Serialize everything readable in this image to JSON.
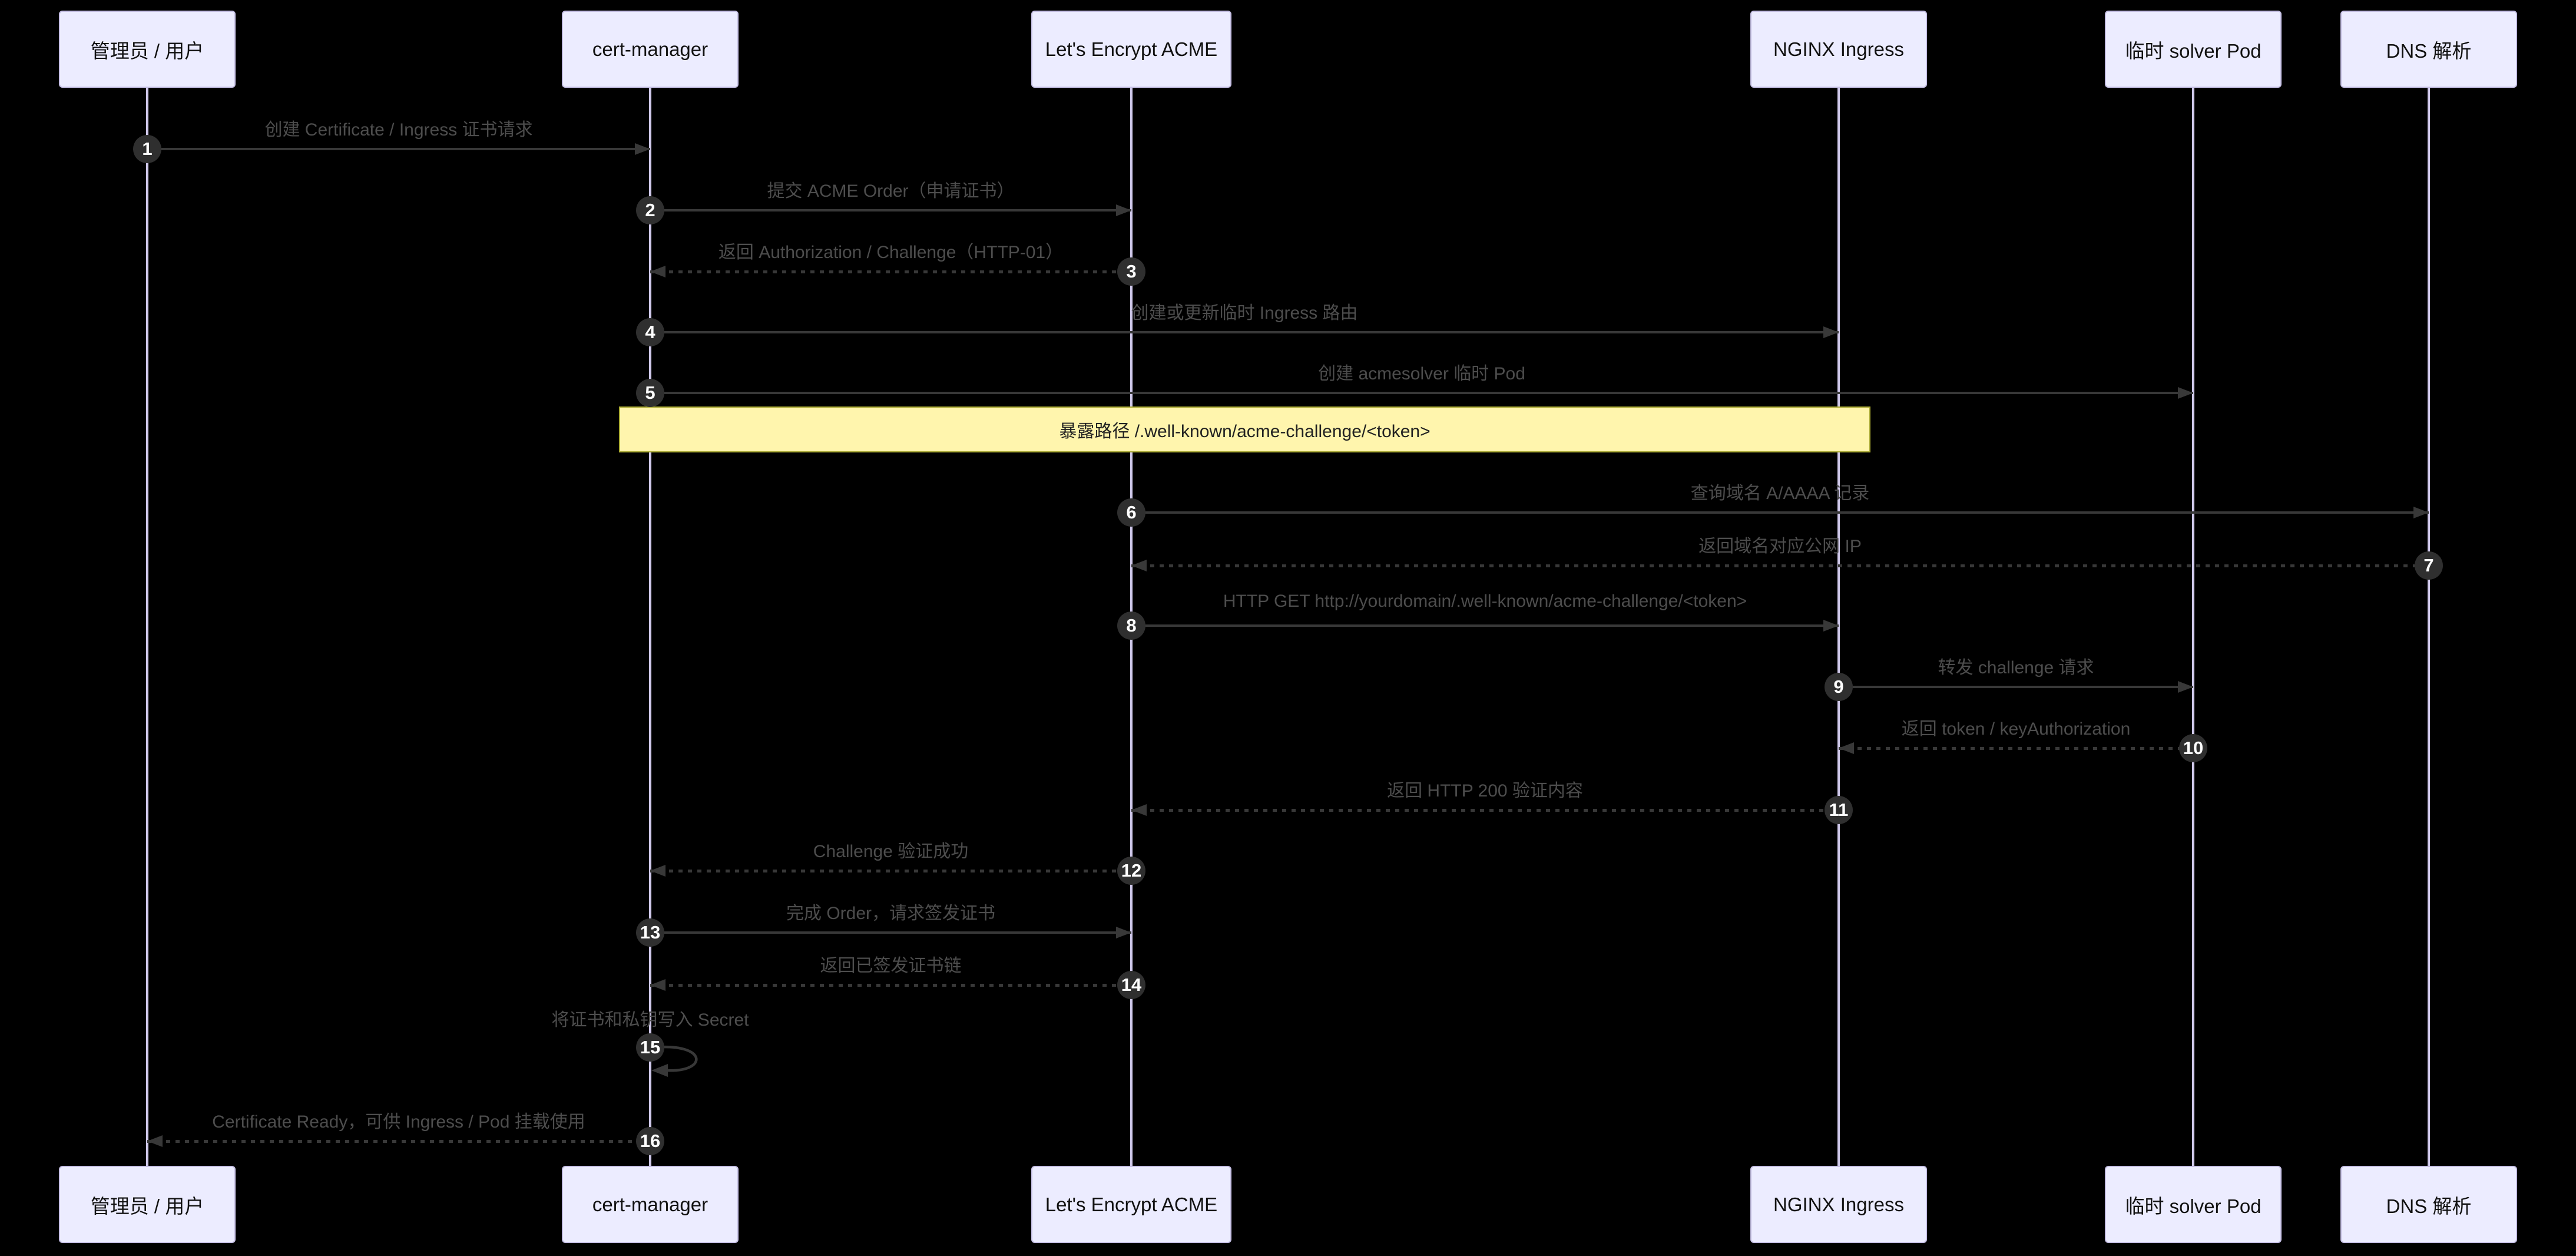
{
  "diagram": {
    "participants": [
      {
        "id": "admin-user",
        "label": "管理员 / 用户"
      },
      {
        "id": "cert-manager",
        "label": "cert-manager"
      },
      {
        "id": "lets-encrypt-acme",
        "label": "Let's Encrypt ACME"
      },
      {
        "id": "nginx-ingress",
        "label": "NGINX Ingress"
      },
      {
        "id": "solver-pod",
        "label": "临时 solver Pod"
      },
      {
        "id": "dns-resolver",
        "label": "DNS 解析"
      }
    ],
    "messages": [
      {
        "num": 1,
        "from": 0,
        "to": 1,
        "style": "solid",
        "label": "创建 Certificate / Ingress 证书请求"
      },
      {
        "num": 2,
        "from": 1,
        "to": 2,
        "style": "solid",
        "label": "提交 ACME Order（申请证书）"
      },
      {
        "num": 3,
        "from": 2,
        "to": 1,
        "style": "dashed",
        "label": "返回 Authorization / Challenge（HTTP-01）"
      },
      {
        "num": 4,
        "from": 1,
        "to": 3,
        "style": "solid",
        "label": "创建或更新临时 Ingress 路由"
      },
      {
        "num": 5,
        "from": 1,
        "to": 4,
        "style": "solid",
        "label": "创建 acmesolver 临时 Pod"
      },
      {
        "type": "note",
        "from": 1,
        "to": 3,
        "label": "暴露路径 /.well-known/acme-challenge/<token>"
      },
      {
        "num": 6,
        "from": 2,
        "to": 5,
        "style": "solid",
        "label": "查询域名 A/AAAA 记录"
      },
      {
        "num": 7,
        "from": 5,
        "to": 2,
        "style": "dashed",
        "label": "返回域名对应公网 IP"
      },
      {
        "num": 8,
        "from": 2,
        "to": 3,
        "style": "solid",
        "label": "HTTP GET http://yourdomain/.well-known/acme-challenge/<token>"
      },
      {
        "num": 9,
        "from": 3,
        "to": 4,
        "style": "solid",
        "label": "转发 challenge 请求"
      },
      {
        "num": 10,
        "from": 4,
        "to": 3,
        "style": "dashed",
        "label": "返回 token / keyAuthorization"
      },
      {
        "num": 11,
        "from": 3,
        "to": 2,
        "style": "dashed",
        "label": "返回 HTTP 200 验证内容"
      },
      {
        "num": 12,
        "from": 2,
        "to": 1,
        "style": "dashed",
        "label": "Challenge 验证成功"
      },
      {
        "num": 13,
        "from": 1,
        "to": 2,
        "style": "solid",
        "label": "完成 Order，请求签发证书"
      },
      {
        "num": 14,
        "from": 2,
        "to": 1,
        "style": "dashed",
        "label": "返回已签发证书链"
      },
      {
        "num": 15,
        "from": 1,
        "to": 1,
        "style": "self",
        "label": "将证书和私钥写入 Secret"
      },
      {
        "num": 16,
        "from": 1,
        "to": 0,
        "style": "dashed",
        "label": "Certificate Ready，可供 Ingress / Pod 挂载使用"
      }
    ],
    "colors": {
      "background": "#000000",
      "actor_fill": "#ececff",
      "actor_border": "#c5bfe4",
      "lifeline": "#cfc8ea",
      "arrow": "#383838",
      "message_text": "#4d4d4d",
      "note_fill": "#fff5ad",
      "note_border": "#aaaa33",
      "number_fill": "#2f2f2f",
      "number_text": "#ffffff"
    }
  }
}
